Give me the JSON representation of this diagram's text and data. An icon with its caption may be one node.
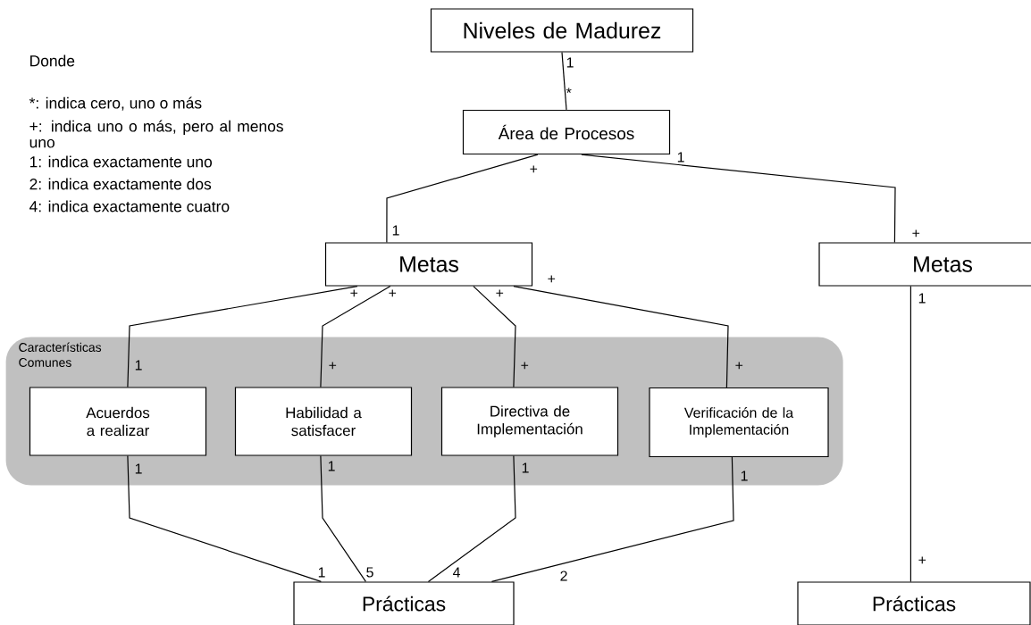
{
  "diagram": {
    "nodes": [
      {
        "text": [
          "Niveles de Madurez"
        ]
      },
      {
        "text": [
          "Área de Procesos"
        ]
      },
      {
        "text": [
          "Metas"
        ]
      },
      {
        "text": [
          "Metas"
        ]
      },
      {
        "text": [
          "Características Comunes"
        ]
      },
      {
        "text": [
          "Acuerdos a realizar"
        ],
        "in": 4
      },
      {
        "text": [
          "Habilidad a satisfacer"
        ],
        "in": 4
      },
      {
        "text": [
          "Directiva de Implementación"
        ],
        "in": 4
      },
      {
        "text": [
          "Verificación de la Implementación"
        ],
        "in": 4
      },
      {
        "text": [
          "Prácticas"
        ]
      },
      {
        "text": [
          "Prácticas"
        ]
      }
    ],
    "edges": [
      {
        "from": 0,
        "to": 1,
        "arrow": "none"
      },
      {
        "from": 1,
        "to": 2,
        "arrow": "none"
      },
      {
        "from": 1,
        "to": 3,
        "arrow": "none"
      },
      {
        "from": 2,
        "to": 5,
        "arrow": "none"
      },
      {
        "from": 2,
        "to": 6,
        "arrow": "none"
      },
      {
        "from": 2,
        "to": 7,
        "arrow": "none"
      },
      {
        "from": 2,
        "to": 8,
        "arrow": "none"
      },
      {
        "from": 5,
        "to": 9,
        "arrow": "none"
      },
      {
        "from": 6,
        "to": 9,
        "arrow": "none"
      },
      {
        "from": 7,
        "to": 9,
        "arrow": "none"
      },
      {
        "from": 8,
        "to": 9,
        "arrow": "none"
      },
      {
        "from": 3,
        "to": 10,
        "arrow": "none"
      }
    ],
    "labels": [
      "Donde",
      "*: indica cero, uno o más",
      "+: indica uno o más, pero al menos uno",
      "1: indica exactamente uno",
      "2: indica exactamente dos",
      "4: indica exactamente cuatro",
      "1",
      "*",
      "+",
      "1",
      "1",
      "+",
      "+",
      "+",
      "+",
      "+",
      "1",
      "+",
      "+",
      "+",
      "1",
      "1",
      "1",
      "1",
      "1",
      "5",
      "4",
      "2",
      "1",
      "+"
    ]
  }
}
